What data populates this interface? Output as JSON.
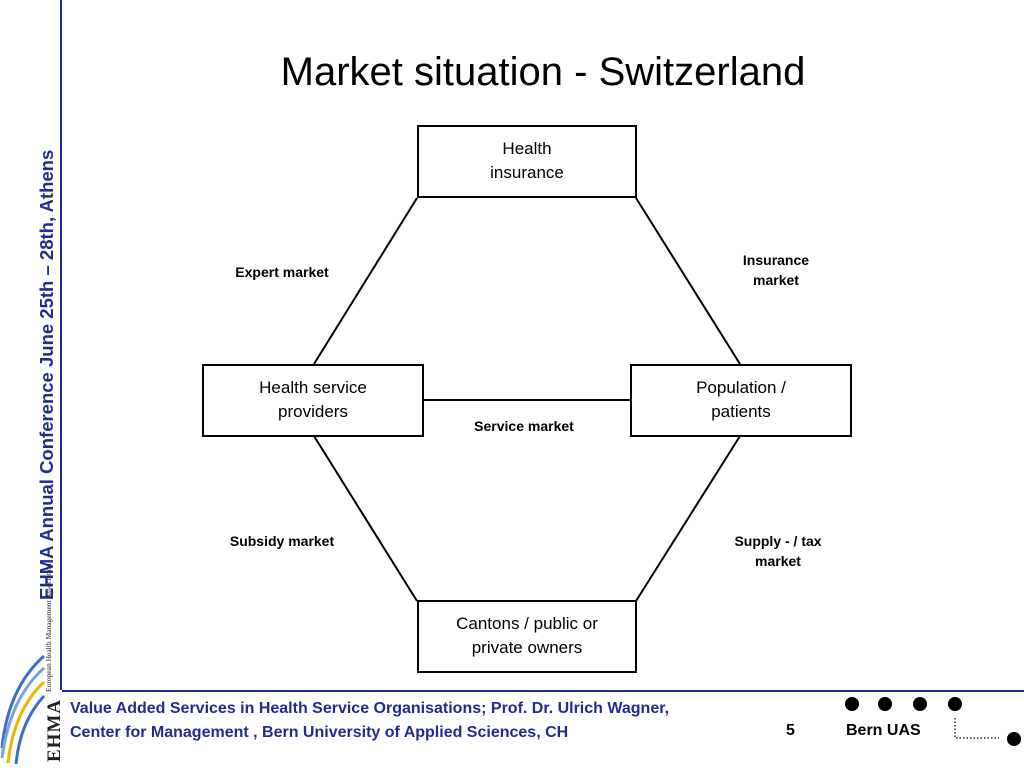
{
  "slide": {
    "title": "Market situation - Switzerland",
    "side_banner": "EHMA Annual Conference June 25th – 28th, Athens",
    "logo": {
      "word": "EHMA",
      "tagline": "European Health Management Association"
    },
    "footer": {
      "line1": "Value Added Services in Health Service Organisations; Prof. Dr. Ulrich Wagner,",
      "line2": "Center for Management , Bern University of Applied Sciences, CH",
      "page_number": "5",
      "org": "Bern UAS"
    },
    "colors": {
      "accent": "#1f2d8f",
      "text": "#000000"
    }
  },
  "diagram": {
    "nodes": {
      "health_insurance": [
        "Health",
        "insurance"
      ],
      "providers": [
        "Health service",
        "providers"
      ],
      "patients": [
        "Population /",
        "patients"
      ],
      "cantons": [
        "Cantons / public or",
        "private owners"
      ]
    },
    "edges": {
      "expert_market": [
        "Expert market"
      ],
      "insurance_market": [
        "Insurance",
        "market"
      ],
      "service_market": [
        "Service market"
      ],
      "subsidy_market": [
        "Subsidy market"
      ],
      "supply_tax_market": [
        "Supply - / tax",
        "market"
      ]
    }
  }
}
